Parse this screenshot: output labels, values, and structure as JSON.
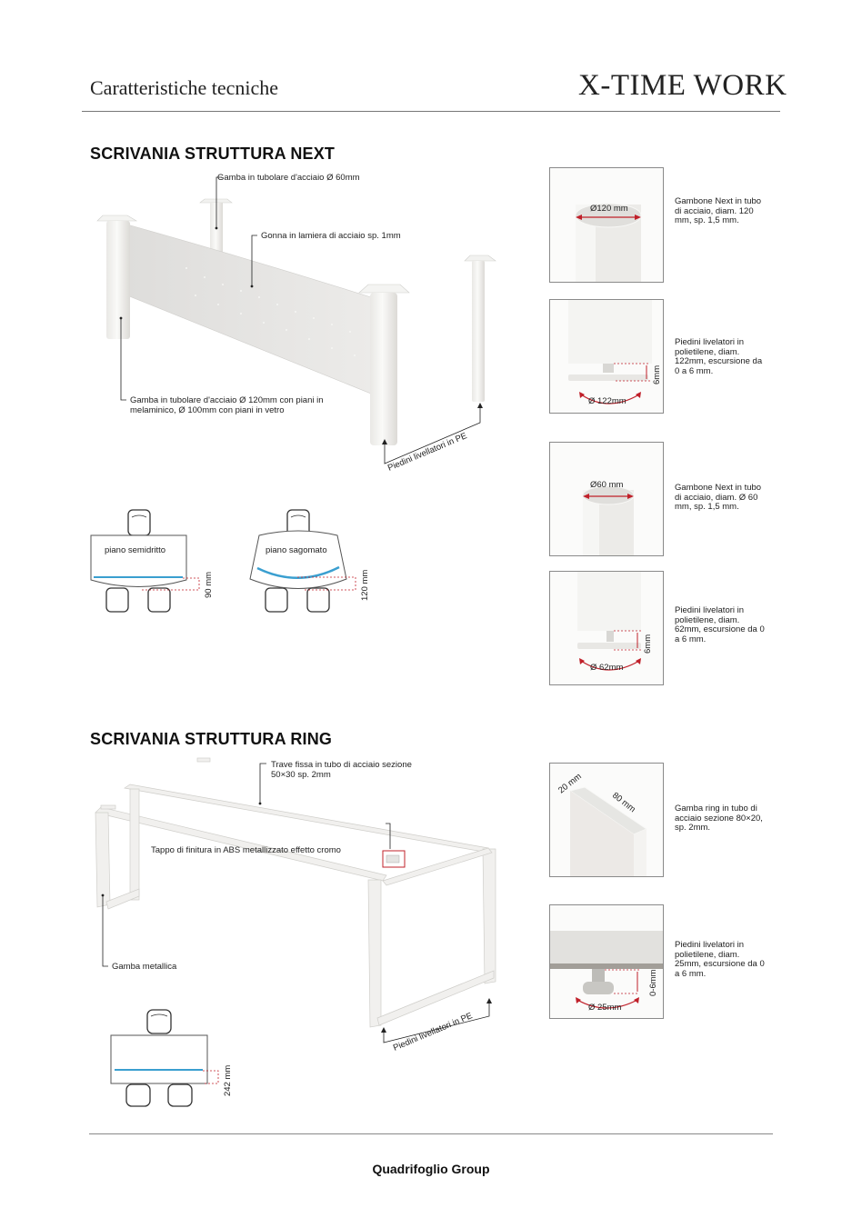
{
  "header": {
    "section_title": "Caratteristiche tecniche",
    "product_name": "X-TIME WORK"
  },
  "colors": {
    "accent_red": "#c0202a",
    "line_blue": "#3a9fd0",
    "rule_grey": "#777777"
  },
  "next": {
    "title": "SCRIVANIA STRUTTURA NEXT",
    "callouts": {
      "leg60": "Gamba in tubolare d'acciaio Ø 60mm",
      "skirt": "Gonna in lamiera di acciaio sp. 1mm",
      "leg120_line1": "Gamba in tubolare d'acciaio Ø 120mm con piani in",
      "leg120_line2": "melaminico, Ø 100mm con piani in vetro",
      "feet": "Piedini livellatori in PE"
    },
    "plans": [
      {
        "label": "piano semidritto",
        "dimension": "90 mm"
      },
      {
        "label": "piano sagomato",
        "dimension": "120 mm"
      }
    ],
    "details": [
      {
        "photo_label": "Ø120 mm",
        "text": [
          "Gambone Next in tubo",
          "di acciaio, diam. 120",
          "mm, sp. 1,5 mm."
        ]
      },
      {
        "photo_label": "Ø 122mm",
        "photo_label_2": "6mm",
        "text": [
          "Piedini livelatori in",
          "polietilene, diam.",
          "122mm, escursione da",
          "0 a 6 mm."
        ]
      },
      {
        "photo_label": "Ø60 mm",
        "text": [
          "Gambone Next in tubo",
          "di acciaio, diam. Ø 60",
          "mm, sp. 1,5 mm."
        ]
      },
      {
        "photo_label": "Ø 62mm",
        "photo_label_2": "6mm",
        "text": [
          "Piedini livelatori in",
          "polietilene, diam.",
          "62mm, escursione da 0",
          "a 6 mm."
        ]
      }
    ]
  },
  "ring": {
    "title": "SCRIVANIA STRUTTURA RING",
    "callouts": {
      "beam_line1": "Trave fissa in tubo di acciaio sezione",
      "beam_line2": "50×30 sp. 2mm",
      "cap": "Tappo di finitura in ABS metallizzato effetto cromo",
      "leg": "Gamba metallica",
      "feet": "Piedini livellatori in PE"
    },
    "plan": {
      "dimension": "242 mm"
    },
    "details": [
      {
        "photo_label": "20 mm",
        "photo_label_2": "80 mm",
        "text": [
          "Gamba ring in tubo di",
          "acciaio sezione 80×20,",
          "sp. 2mm."
        ]
      },
      {
        "photo_label": "Ø 25mm",
        "photo_label_2": "0-6mm",
        "text": [
          "Piedini livelatori in",
          "polietilene, diam.",
          "25mm, escursione da 0",
          "a 6 mm."
        ]
      }
    ]
  },
  "footer": {
    "brand": "Quadrifoglio Group"
  }
}
